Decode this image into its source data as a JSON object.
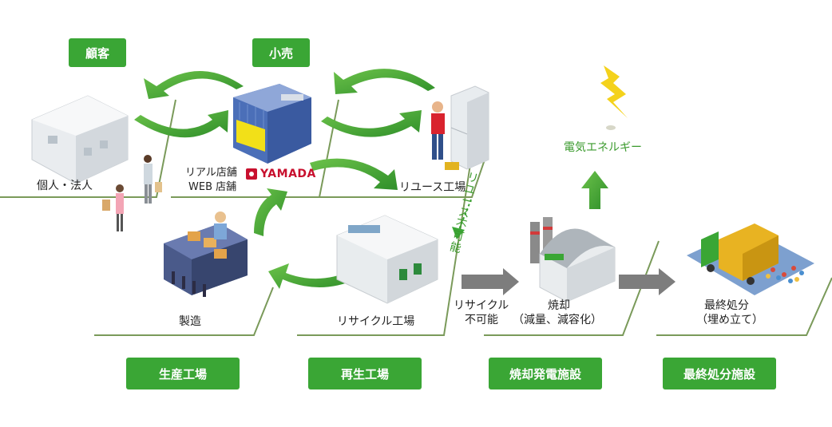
{
  "badges": {
    "customer": "顧客",
    "retail": "小売",
    "production": "生産工場",
    "recycle_plant": "再生工場",
    "incineration": "焼却発電施設",
    "landfill": "最終処分施設"
  },
  "labels": {
    "individual": "個人・法人",
    "store_line1": "リアル店舗",
    "store_line2": "WEB 店舗",
    "reuse": "リユース工場",
    "reuse_not": "リユース不可能",
    "manufacture": "製造",
    "recycle": "リサイクル工場",
    "recycle_not_1": "リサイクル",
    "recycle_not_2": "不可能",
    "incinerate_1": "焼却",
    "incinerate_2": "（減量、減容化）",
    "final_1": "最終処分",
    "final_2": "（埋め立て）",
    "energy": "電気エネルギー",
    "logo": "YAMADA"
  },
  "colors": {
    "accent": "#3aa635",
    "arrow_gray": "#7d7d7d",
    "bolt": "#f4d21c",
    "logo_red": "#c8102e"
  }
}
